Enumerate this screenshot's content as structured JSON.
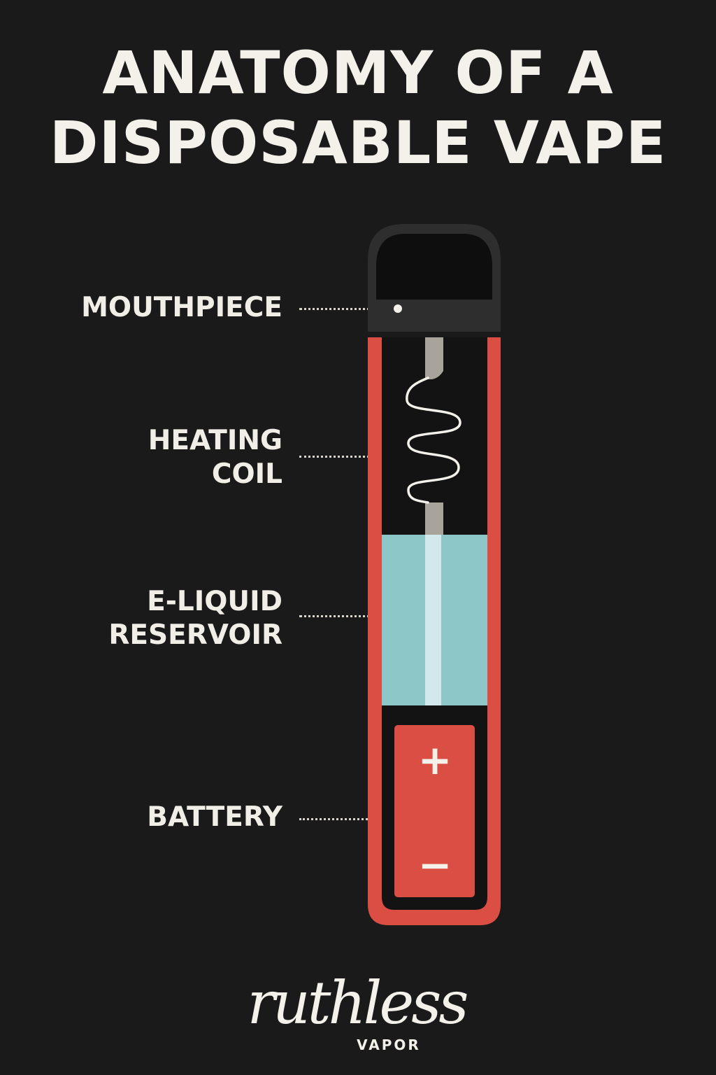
{
  "title": {
    "line1": "ANATOMY OF A",
    "line2": "DISPOSABLE VAPE"
  },
  "labels": {
    "mouthpiece": "MOUTHPIECE",
    "heating_coil_1": "HEATING",
    "heating_coil_2": "COIL",
    "reservoir_1": "E-LIQUID",
    "reservoir_2": "RESERVOIR",
    "battery": "BATTERY"
  },
  "battery": {
    "positive_symbol": "+",
    "negative_symbol": "−"
  },
  "logo": {
    "brand": "ruthless",
    "sub": "VAPOR"
  },
  "colors": {
    "background": "#1a1a1a",
    "text": "#f4f1ea",
    "casing_red": "#db4e44",
    "mouthpiece": "#2e2e2e",
    "eliquid": "#8dc7c8",
    "wick": "#d3e8ea",
    "coil_posts": "#a8a39b"
  }
}
